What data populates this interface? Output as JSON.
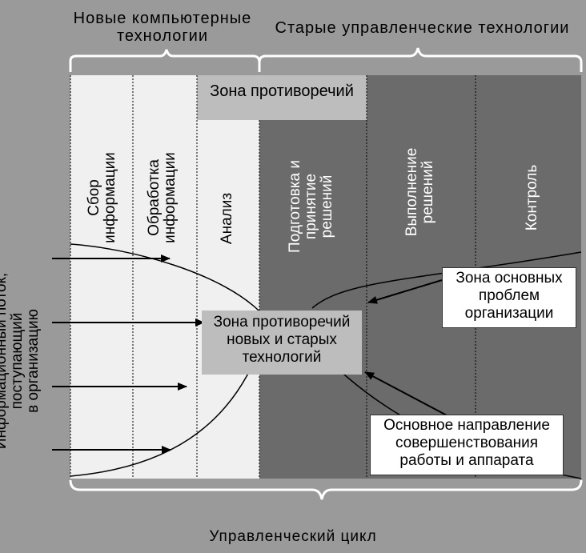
{
  "header": {
    "new_tech": "Новые компьютерные технологии",
    "old_tech": "Старые управленческие технологии"
  },
  "columns": [
    {
      "label_line1": "Сбор",
      "label_line2": "информации"
    },
    {
      "label_line1": "Обработка",
      "label_line2": "информации"
    },
    {
      "label_line1": "Анализ",
      "label_line2": ""
    },
    {
      "label_line1": "Подготовка и",
      "label_line2": "принятие",
      "label_line3": "решений"
    },
    {
      "label_line1": "Выполнение",
      "label_line2": "решений"
    },
    {
      "label_line1": "Контроль",
      "label_line2": ""
    }
  ],
  "zones": {
    "contradictions_top": "Зона противоречий",
    "contradictions_center_l1": "Зона противоречий",
    "contradictions_center_l2": "новых и старых",
    "contradictions_center_l3": "технологий",
    "main_problems_l1": "Зона основных",
    "main_problems_l2": "проблем",
    "main_problems_l3": "организации",
    "improvement_l1": "Основное направление",
    "improvement_l2": "совершенствования",
    "improvement_l3": "работы и аппарата"
  },
  "side_label": {
    "line1": "Информационный поток,",
    "line2": "поступающий",
    "line3": "в организацию"
  },
  "footer": {
    "cycle": "Управленческий цикл"
  },
  "colors": {
    "background": "#9a9a9a",
    "light": "#f0f0f0",
    "dark": "#6b6b6b",
    "box_grey": "#bdbdbd"
  }
}
